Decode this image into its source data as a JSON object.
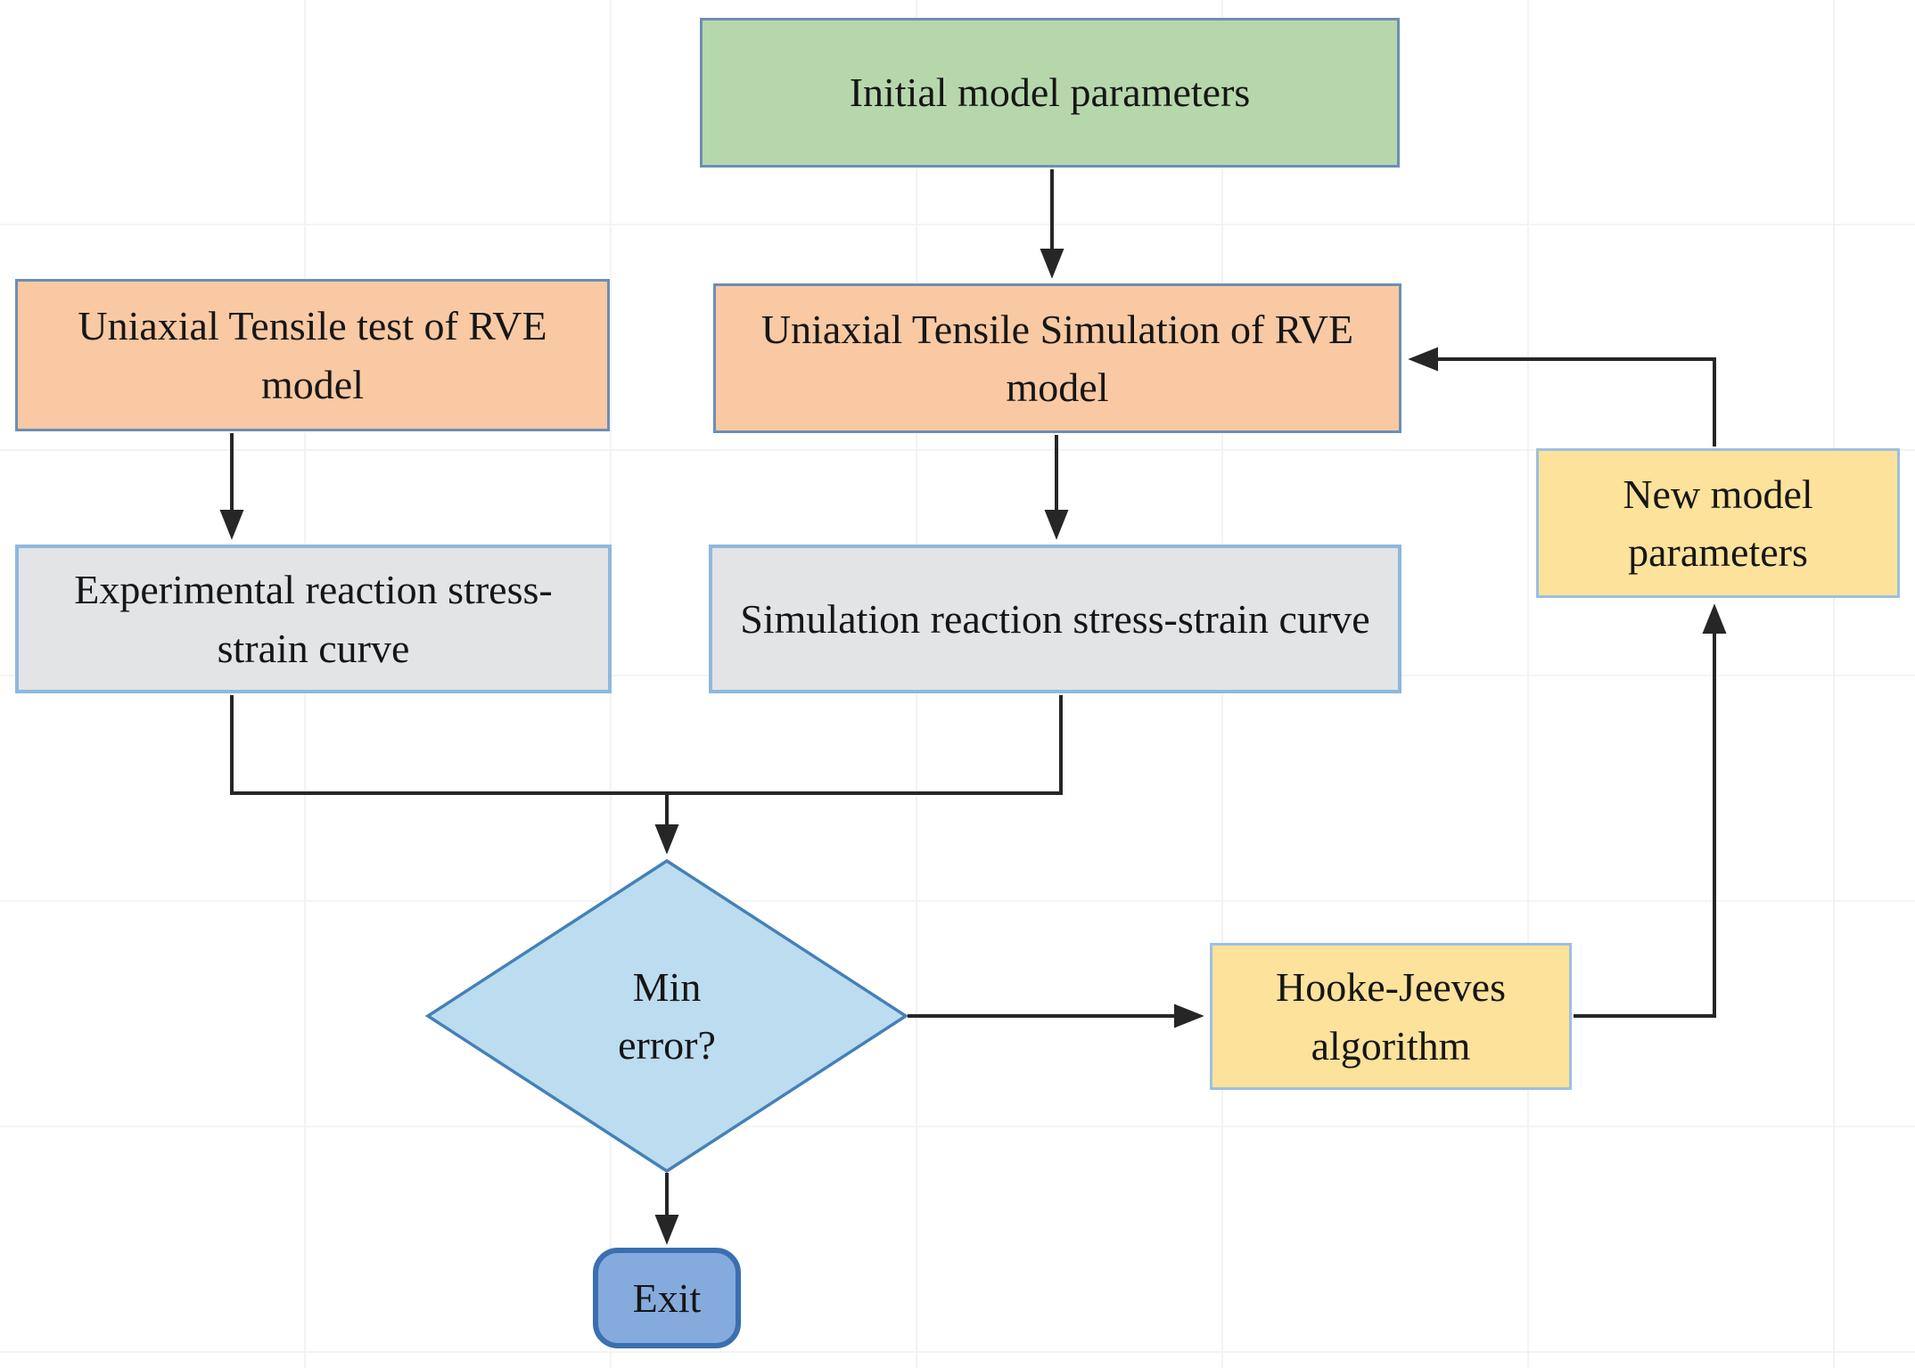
{
  "diagram": {
    "type": "flowchart",
    "background_color": "#ffffff",
    "connector_color": "#262626",
    "nodes": {
      "initial": {
        "label": "Initial model parameters",
        "shape": "rectangle",
        "fill": "#b6d7ab",
        "border": "#6c8fb4"
      },
      "test": {
        "label": "Uniaxial Tensile test of RVE model",
        "shape": "rectangle",
        "fill": "#f9c9a3",
        "border": "#6c8fb4"
      },
      "simulation": {
        "label": "Uniaxial Tensile Simulation of RVE model",
        "shape": "rectangle",
        "fill": "#f9c9a3",
        "border": "#6c8fb4"
      },
      "exp_curve": {
        "label": "Experimental reaction stress-strain curve",
        "shape": "rectangle",
        "fill": "#e2e4e6",
        "border": "#8fb8de"
      },
      "sim_curve": {
        "label": "Simulation reaction stress-strain curve",
        "shape": "rectangle",
        "fill": "#e2e4e6",
        "border": "#8fb8de"
      },
      "min_error": {
        "label": "Min error?",
        "shape": "diamond",
        "fill": "#bcdcf0",
        "border": "#4580b8"
      },
      "hooke": {
        "label": "Hooke-Jeeves algorithm",
        "shape": "rectangle",
        "fill": "#fce29b",
        "border": "#9cc0e0"
      },
      "new_params": {
        "label": "New model parameters",
        "shape": "rectangle",
        "fill": "#fce29b",
        "border": "#9cc0e0"
      },
      "exit": {
        "label": "Exit",
        "shape": "rounded-rectangle",
        "fill": "#85abdc",
        "border": "#3a6fb0"
      }
    },
    "edges": [
      {
        "from": "initial",
        "to": "simulation"
      },
      {
        "from": "test",
        "to": "exp_curve"
      },
      {
        "from": "simulation",
        "to": "sim_curve"
      },
      {
        "from": "exp_curve",
        "to": "min_error"
      },
      {
        "from": "sim_curve",
        "to": "min_error"
      },
      {
        "from": "min_error",
        "to": "hooke"
      },
      {
        "from": "min_error",
        "to": "exit"
      },
      {
        "from": "hooke",
        "to": "new_params"
      },
      {
        "from": "new_params",
        "to": "simulation"
      }
    ]
  }
}
